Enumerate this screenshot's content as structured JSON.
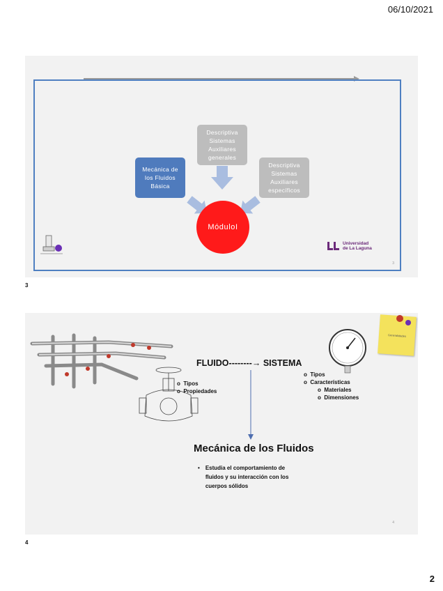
{
  "page": {
    "date": "06/10/2021",
    "page_number": "2"
  },
  "slide1": {
    "label": "3",
    "box_left": "Mecánica de los Fluidos Básica",
    "box_top": "Descriptiva Sistemas Auxiliares generales",
    "box_right": "Descriptiva Sistemas Auxiliares específicos",
    "circle": "MóduloI",
    "logo": [
      "Universidad",
      "de La Laguna"
    ],
    "corner_number": "3",
    "colors": {
      "blue_box": "#4f7bbd",
      "gray_box": "#bdbdbd",
      "circle": "#ff1a1a",
      "frame": "#4e7fc1"
    }
  },
  "slide2": {
    "label": "4",
    "header_left": "FLUIDO",
    "header_arrow": "--------→",
    "header_right": "SISTEMA",
    "fluido_items": [
      "Tipos",
      "Propiedades"
    ],
    "sistema_items": [
      "Tipos",
      "Características"
    ],
    "sistema_subitems": [
      "Materiales",
      "Dimensiones"
    ],
    "mecanica_title": "Mecánica de los Fluidos",
    "mecanica_bullet": "Estudia el comportamiento de fluidos y su interacción con los cuerpos sólidos",
    "note_text": "Generalidades",
    "corner_number": "4"
  }
}
